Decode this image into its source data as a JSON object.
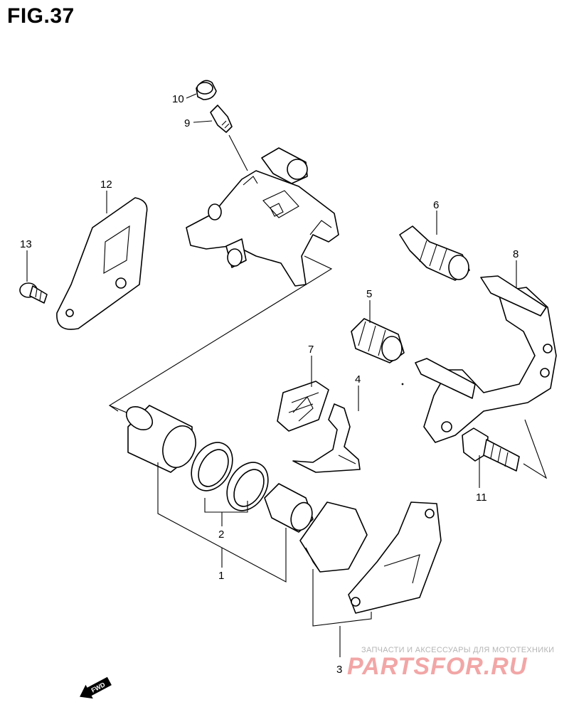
{
  "figure": {
    "title": "FIG.37"
  },
  "callouts": [
    {
      "id": "1",
      "label": "1"
    },
    {
      "id": "2",
      "label": "2"
    },
    {
      "id": "3",
      "label": "3"
    },
    {
      "id": "4",
      "label": "4"
    },
    {
      "id": "5",
      "label": "5"
    },
    {
      "id": "6",
      "label": "6"
    },
    {
      "id": "7",
      "label": "7"
    },
    {
      "id": "8",
      "label": "8"
    },
    {
      "id": "9",
      "label": "9"
    },
    {
      "id": "10",
      "label": "10"
    },
    {
      "id": "11",
      "label": "11"
    },
    {
      "id": "12",
      "label": "12"
    },
    {
      "id": "13",
      "label": "13"
    }
  ],
  "direction_marker": {
    "label": "FWD"
  },
  "watermark": {
    "tagline": "ЗАПЧАСТИ И АКСЕССУАРЫ ДЛЯ МОТОТЕХНИКИ",
    "logo": "PARTSFOR.RU"
  },
  "colors": {
    "line": "#000000",
    "background": "#ffffff",
    "watermark_logo": "#f2a6a6",
    "watermark_text": "#b5b5b5"
  }
}
